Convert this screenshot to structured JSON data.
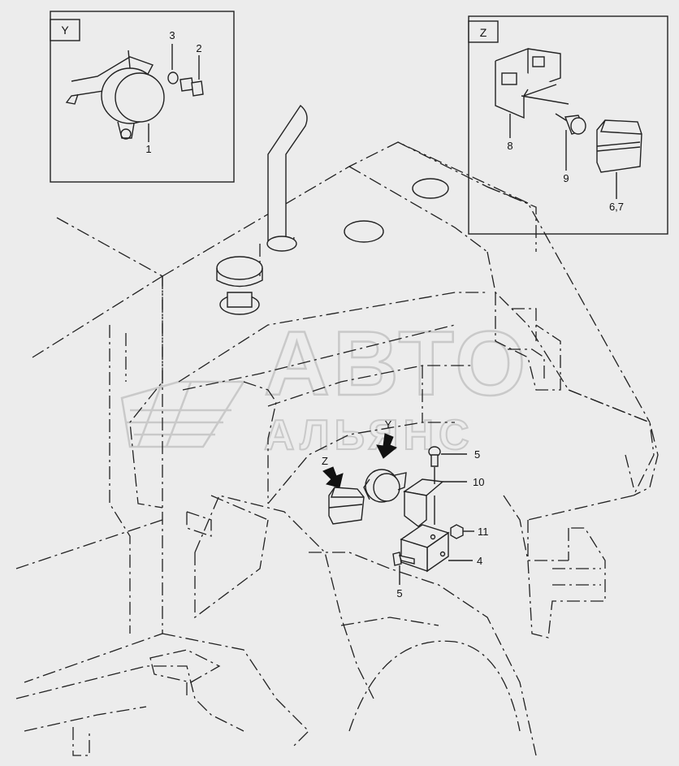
{
  "inset_y": {
    "tag": "Y",
    "labels": [
      "3",
      "2",
      "1"
    ]
  },
  "inset_z": {
    "tag": "Z",
    "labels": [
      "8",
      "9",
      "6,7"
    ]
  },
  "view_arrows": {
    "z": "Z",
    "y": "Y"
  },
  "callouts": {
    "p5_top": "5",
    "p10": "10",
    "p11": "11",
    "p4": "4",
    "p5_bottom": "5"
  },
  "watermark": {
    "line1": "АВТО",
    "line2": "АЛЬЯНС"
  },
  "colors": {
    "background": "#ececec",
    "line": "#222222",
    "watermark": "#c9c9c9"
  }
}
